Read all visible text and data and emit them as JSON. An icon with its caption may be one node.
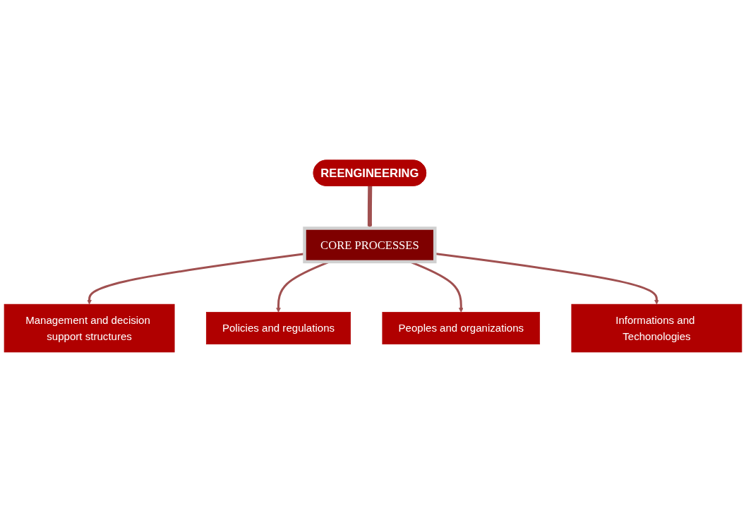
{
  "diagram": {
    "nodes": [
      {
        "text": [
          "REENGINEERING"
        ]
      },
      {
        "text": [
          "Management and decision support structures"
        ]
      },
      {
        "text": [
          "CORE PROCESSES"
        ]
      },
      {
        "text": [
          "Policies and regulations"
        ]
      },
      {
        "text": [
          "Peoples and organizations"
        ]
      },
      {
        "text": [
          "Informations and Techonologies"
        ]
      }
    ],
    "edges": [
      {
        "from": 0,
        "to": 2,
        "arrow": "to",
        "style": "thick"
      },
      {
        "from": 2,
        "to": 1,
        "arrow": "to"
      },
      {
        "from": 2,
        "to": 3,
        "arrow": "to"
      },
      {
        "from": 2,
        "to": 4,
        "arrow": "to"
      },
      {
        "from": 2,
        "to": 5,
        "arrow": "to"
      }
    ]
  }
}
